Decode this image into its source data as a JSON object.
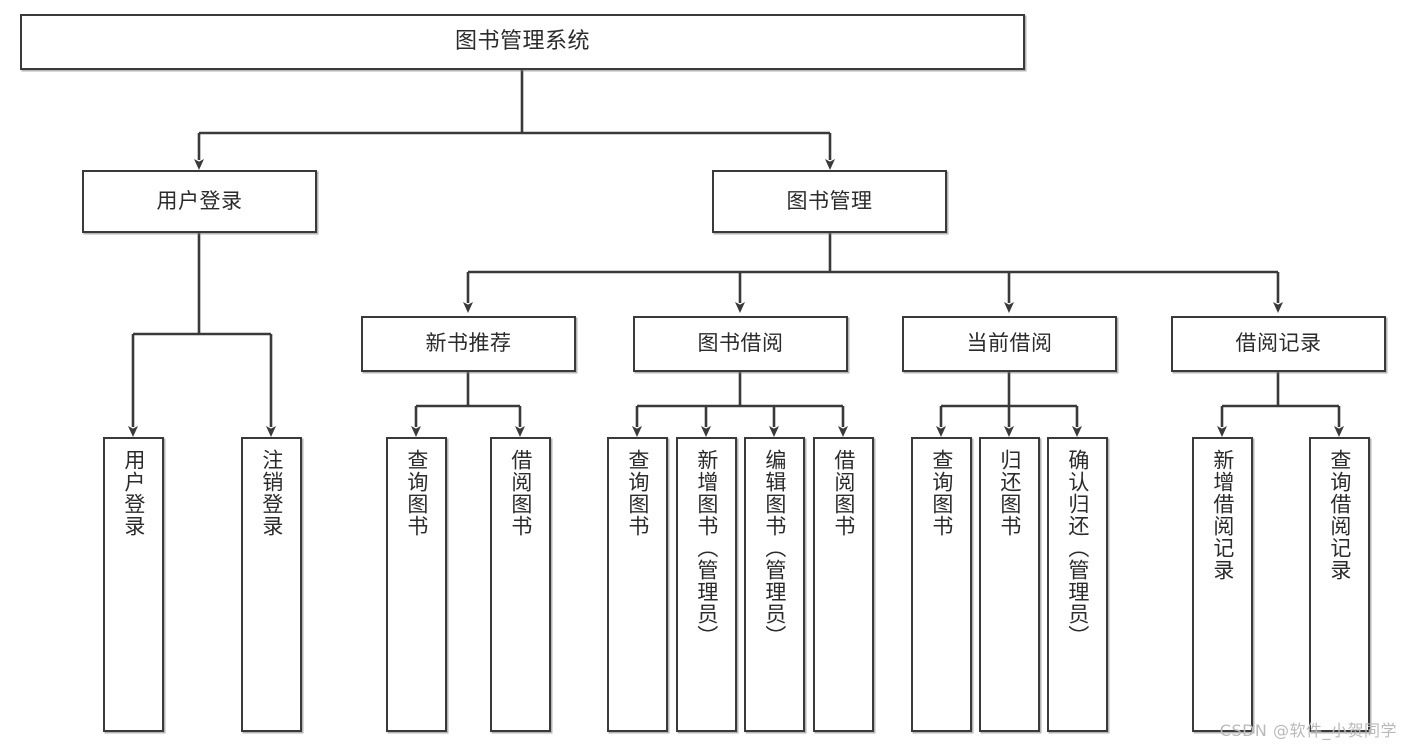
{
  "diagram": {
    "type": "tree",
    "title": "图书管理系统",
    "orientation": "top-down",
    "colors": {
      "box_border": "#3a3a3a",
      "box_fill": "#ffffff",
      "edge": "#3a3a3a",
      "text": "#2b2b2b",
      "watermark": "#b9b9b9"
    },
    "root": {
      "label": "图书管理系统"
    },
    "level2": [
      {
        "label": "用户登录"
      },
      {
        "label": "图书管理"
      }
    ],
    "level3": [
      {
        "label": "新书推荐"
      },
      {
        "label": "图书借阅"
      },
      {
        "label": "当前借阅"
      },
      {
        "label": "借阅记录"
      }
    ],
    "leaves": {
      "user_login": [
        {
          "label": "用户登录"
        },
        {
          "label": "注销登录"
        }
      ],
      "new_book": [
        {
          "label": "查询图书"
        },
        {
          "label": "借阅图书"
        }
      ],
      "book_borrow": [
        {
          "label": "查询图书"
        },
        {
          "label": "新增图书（管理员）"
        },
        {
          "label": "编辑图书（管理员）"
        },
        {
          "label": "借阅图书"
        }
      ],
      "current_borrow": [
        {
          "label": "查询图书"
        },
        {
          "label": "归还图书"
        },
        {
          "label": "确认归还（管理员）"
        }
      ],
      "borrow_record": [
        {
          "label": "新增借阅记录"
        },
        {
          "label": "查询借阅记录"
        }
      ]
    }
  },
  "watermark": {
    "text": "CSDN @软件_小贺同学"
  }
}
